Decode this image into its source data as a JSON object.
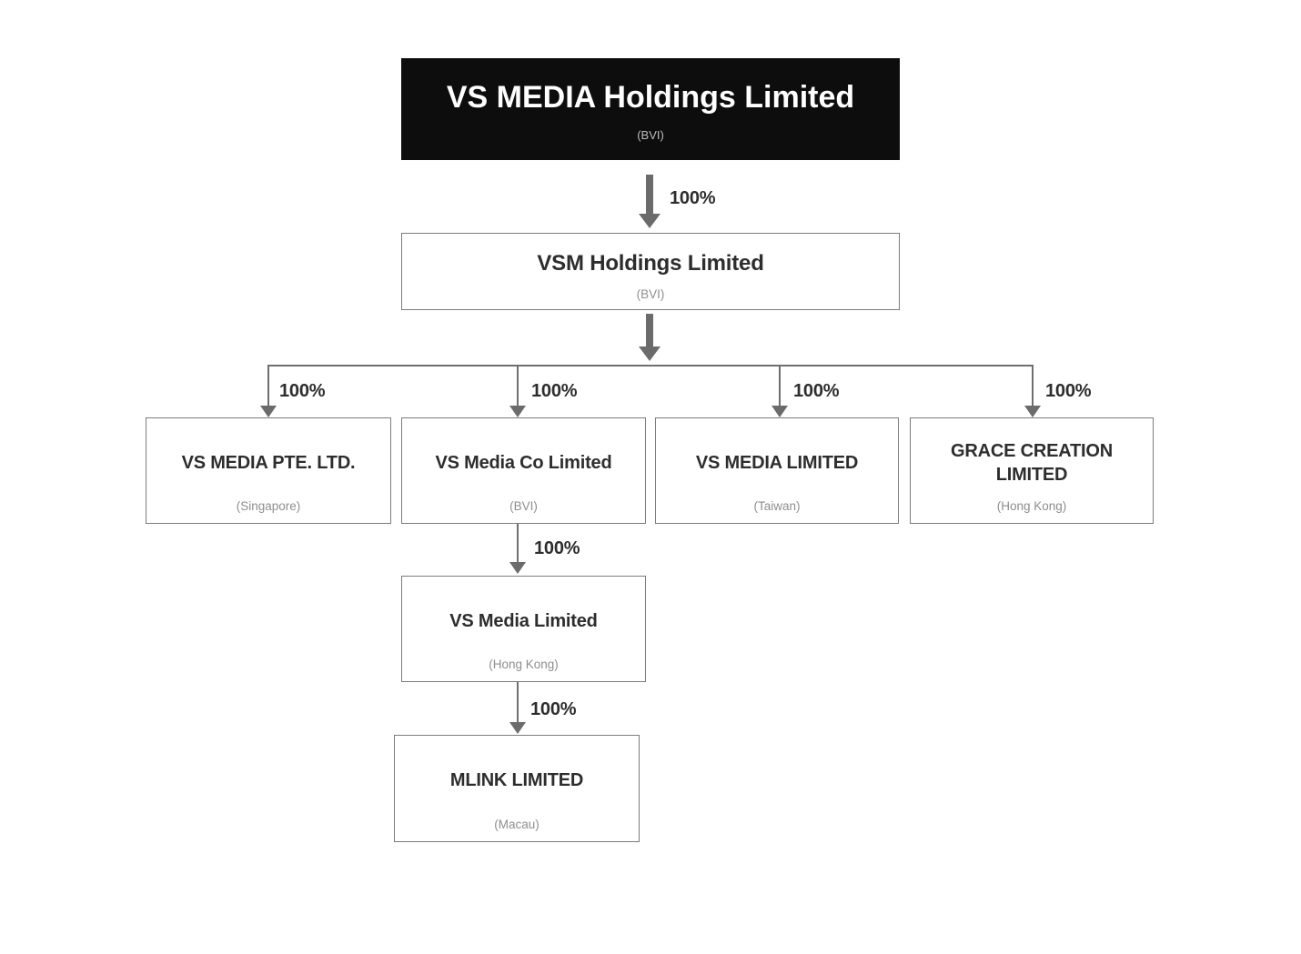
{
  "diagram": {
    "nodes": [
      {
        "name": "VS MEDIA Holdings Limited",
        "location": "(BVI)"
      },
      {
        "name": "VSM Holdings Limited",
        "location": "(BVI)"
      },
      {
        "name": "VS MEDIA PTE. LTD.",
        "location": "(Singapore)"
      },
      {
        "name": "VS Media Co Limited",
        "location": "(BVI)"
      },
      {
        "name": "VS MEDIA LIMITED",
        "location": "(Taiwan)"
      },
      {
        "name": "GRACE CREATION LIMITED",
        "location": "(Hong Kong)"
      },
      {
        "name": "VS Media Limited",
        "location": "(Hong Kong)"
      },
      {
        "name": "MLINK LIMITED",
        "location": "(Macau)"
      }
    ],
    "edges": [
      {
        "parent": 0,
        "child": 1,
        "label": "100%"
      },
      {
        "parent": 1,
        "child": 2,
        "label": "100%"
      },
      {
        "parent": 1,
        "child": 3,
        "label": "100%"
      },
      {
        "parent": 1,
        "child": 4,
        "label": "100%"
      },
      {
        "parent": 1,
        "child": 5,
        "label": "100%"
      },
      {
        "parent": 3,
        "child": 6,
        "label": "100%"
      },
      {
        "parent": 6,
        "child": 7,
        "label": "100%"
      }
    ],
    "colors": {
      "root_background": "#0d0d0d",
      "root_text": "#ffffff",
      "box_border": "#7c7c7c",
      "name_text": "#2d2d2d",
      "location_text": "#8e8e8e",
      "connector": "#6b6b6b"
    }
  }
}
